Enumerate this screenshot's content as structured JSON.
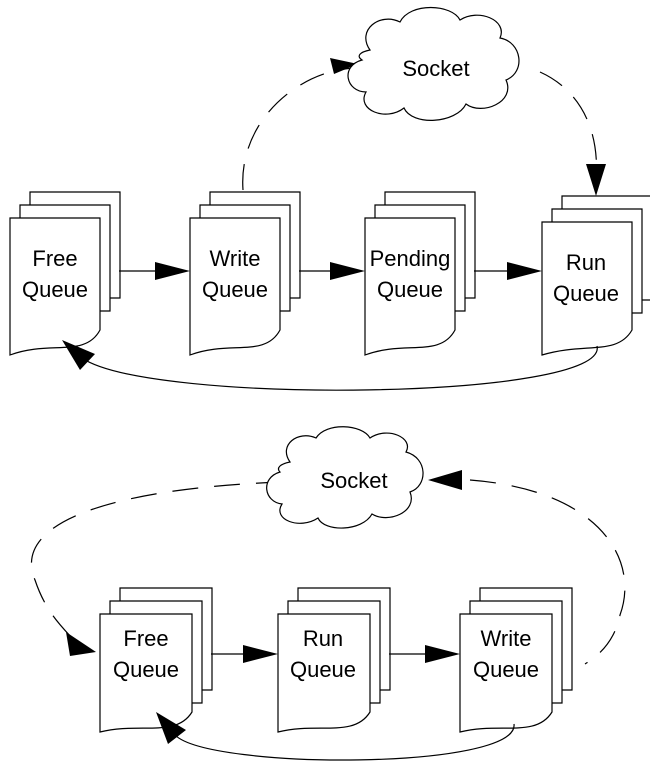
{
  "diagrams": {
    "top": {
      "socket_label": "Socket",
      "queues": [
        {
          "line1": "Free",
          "line2": "Queue"
        },
        {
          "line1": "Write",
          "line2": "Queue"
        },
        {
          "line1": "Pending",
          "line2": "Queue"
        },
        {
          "line1": "Run",
          "line2": "Queue"
        }
      ]
    },
    "bottom": {
      "socket_label": "Socket",
      "queues": [
        {
          "line1": "Free",
          "line2": "Queue"
        },
        {
          "line1": "Run",
          "line2": "Queue"
        },
        {
          "line1": "Write",
          "line2": "Queue"
        }
      ]
    }
  },
  "colors": {
    "stroke": "#000000",
    "background": "#ffffff"
  }
}
